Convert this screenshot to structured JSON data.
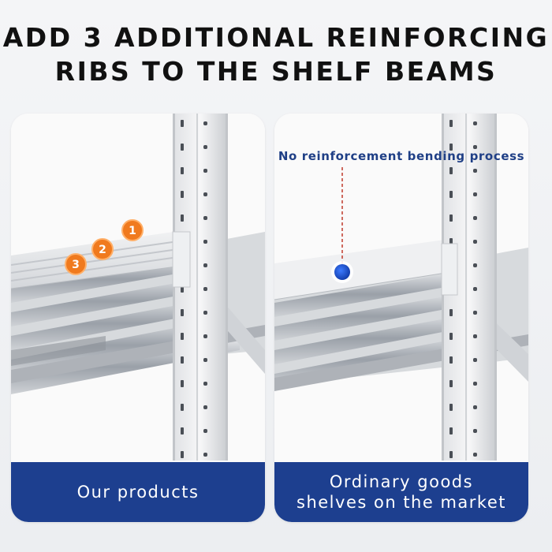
{
  "headline": {
    "line1": "ADD 3 ADDITIONAL REINFORCING",
    "line2": "RIBS TO THE SHELF BEAMS"
  },
  "left_panel": {
    "caption": "Our products",
    "ribs": [
      "1",
      "2",
      "3"
    ]
  },
  "right_panel": {
    "caption_line1": "Ordinary goods",
    "caption_line2": "shelves on the market",
    "annotation": "No reinforcement bending process"
  },
  "colors": {
    "caption_bg": "#1d3f8f",
    "annotation_text": "#1f3f86",
    "marker_blue": "#1a4fcf",
    "rib_orange": "#f07a1e",
    "dashed_line": "#c0392b"
  },
  "icons": [
    "rib-number-badge",
    "blue-dot-marker"
  ]
}
